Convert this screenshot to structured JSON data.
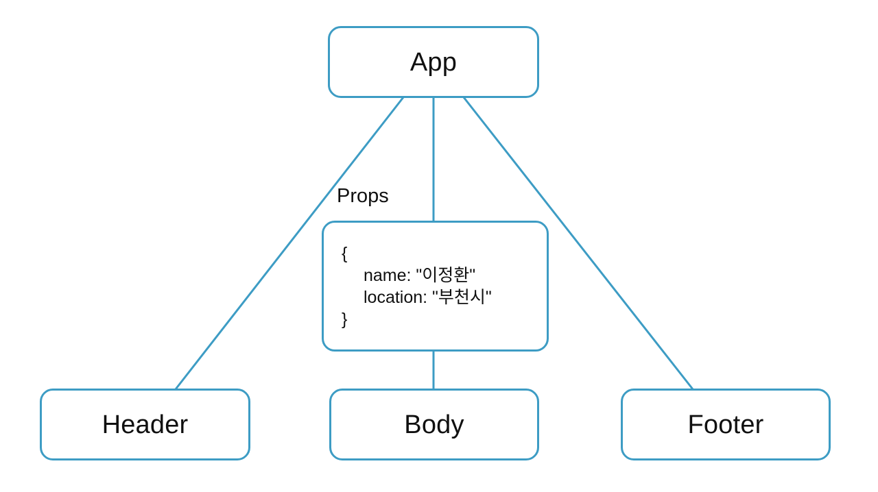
{
  "diagram": {
    "title": "React component tree with props",
    "stroke_color": "#3d9cc4",
    "text_color": "#101010",
    "background_color": "#ffffff",
    "nodes": {
      "app": {
        "label": "App"
      },
      "header": {
        "label": "Header"
      },
      "body": {
        "label": "Body"
      },
      "footer": {
        "label": "Footer"
      },
      "props": {
        "caption": "Props",
        "open_brace": "{",
        "entries": [
          {
            "key": "name",
            "value": "\"이정환\"",
            "text": "name: \"이정환\""
          },
          {
            "key": "location",
            "value": "\"부천시\"",
            "text": "location: \"부천시\""
          }
        ],
        "close_brace": "}"
      }
    },
    "edges": [
      {
        "from": "app",
        "to": "header",
        "kind": "diagonal-left"
      },
      {
        "from": "app",
        "to": "props",
        "kind": "vertical-center"
      },
      {
        "from": "props",
        "to": "body",
        "kind": "vertical-center"
      },
      {
        "from": "app",
        "to": "footer",
        "kind": "diagonal-right"
      }
    ]
  }
}
